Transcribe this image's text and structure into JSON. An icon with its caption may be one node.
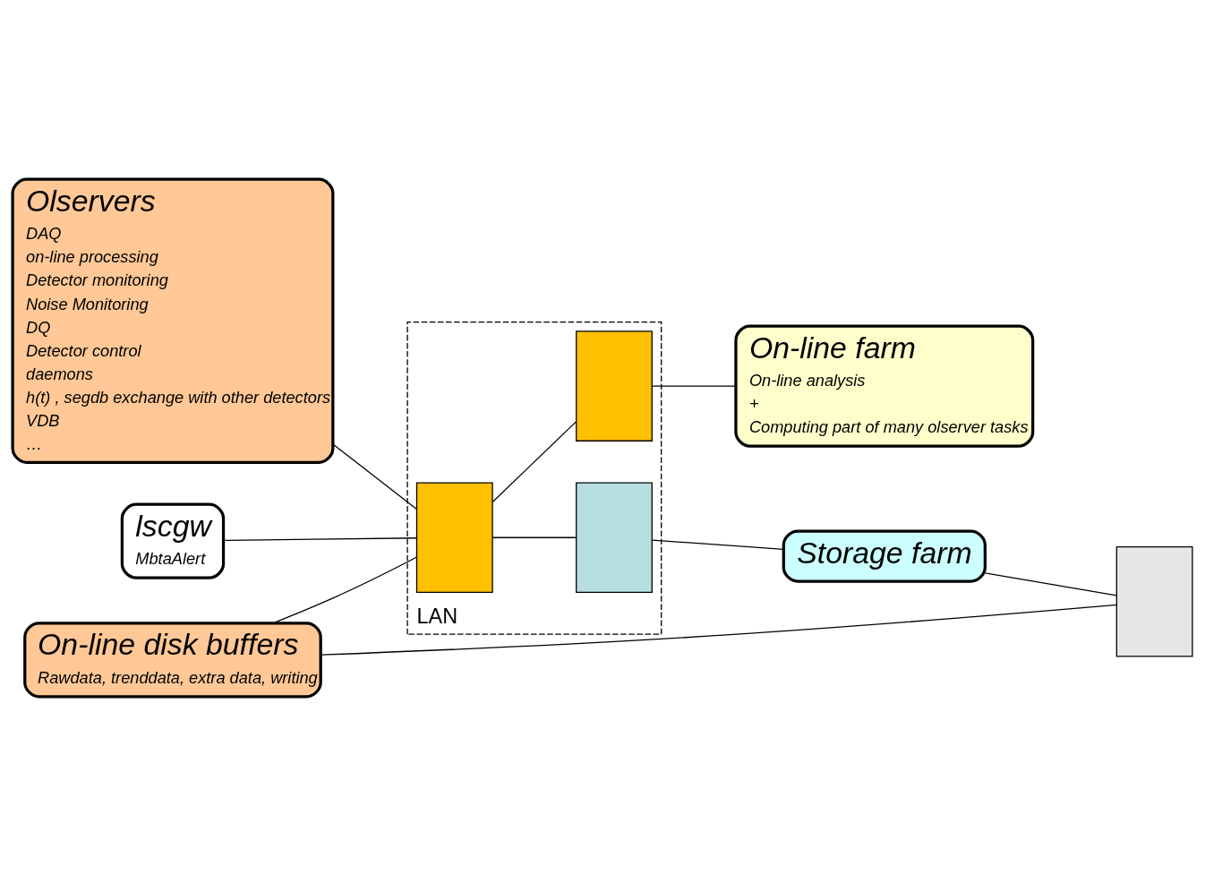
{
  "diagram": {
    "nodes": [
      {
        "text": [
          "Olservers",
          "DAQ",
          "on-line processing",
          "Detector monitoring",
          "Noise Monitoring",
          "DQ",
          "Detector control",
          "daemons",
          "h(t) , segdb exchange with other detectors",
          "VDB",
          "…"
        ]
      },
      {
        "text": [
          "lscgw",
          "MbtaAlert"
        ]
      },
      {
        "text": [
          "LAN"
        ]
      },
      {
        "text": [],
        "shape": "box",
        "in": 2
      },
      {
        "text": [],
        "shape": "box",
        "in": 2
      },
      {
        "text": [],
        "shape": "box",
        "in": 2
      },
      {
        "text": [
          "On-line farm",
          "On-line analysis",
          "+",
          "Computing part of many olserver tasks"
        ]
      },
      {
        "text": [
          "On-line disk buffers",
          "Rawdata, trenddata, extra data, writing"
        ]
      },
      {
        "text": [
          "Storage farm"
        ]
      },
      {
        "text": [],
        "shape": "box"
      }
    ],
    "edges": [
      {
        "from": 0,
        "to": 3,
        "arrow": "none"
      },
      {
        "from": 1,
        "to": 3,
        "arrow": "none"
      },
      {
        "from": 7,
        "to": 3,
        "arrow": "none"
      },
      {
        "from": 3,
        "to": 4,
        "arrow": "none"
      },
      {
        "from": 4,
        "to": 6,
        "arrow": "none"
      },
      {
        "from": 3,
        "to": 5,
        "arrow": "none"
      },
      {
        "from": 5,
        "to": 8,
        "arrow": "none"
      },
      {
        "from": 7,
        "to": 9,
        "arrow": "none"
      },
      {
        "from": 8,
        "to": 9,
        "arrow": "none"
      }
    ]
  }
}
